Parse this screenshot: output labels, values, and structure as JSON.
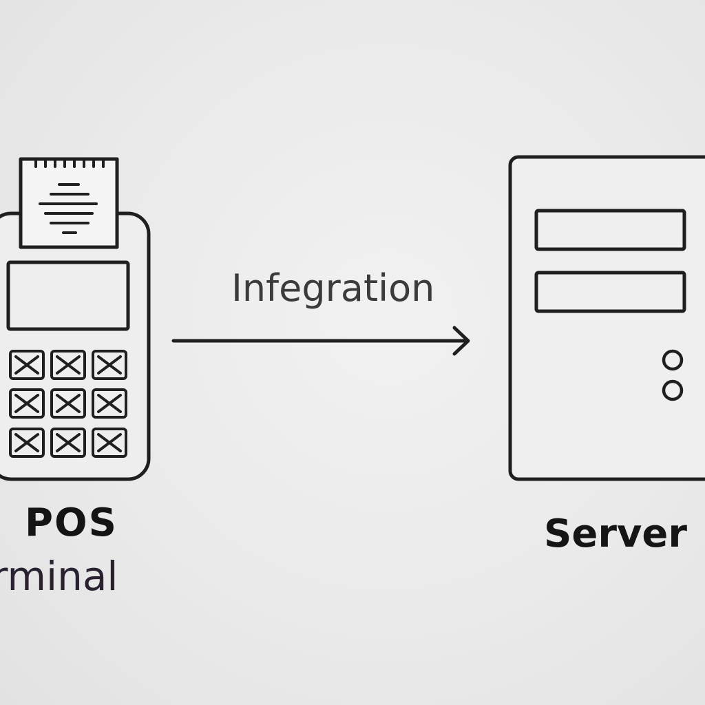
{
  "nodes": {
    "pos": {
      "title": "POS",
      "subtitle": "erminal",
      "icon": "pos-terminal-icon"
    },
    "server": {
      "title": "Server",
      "icon": "server-icon"
    }
  },
  "connector": {
    "label": "Infegration",
    "direction": "pos-to-server"
  },
  "colors": {
    "stroke": "#1f1f1f",
    "background": "#ececec"
  }
}
